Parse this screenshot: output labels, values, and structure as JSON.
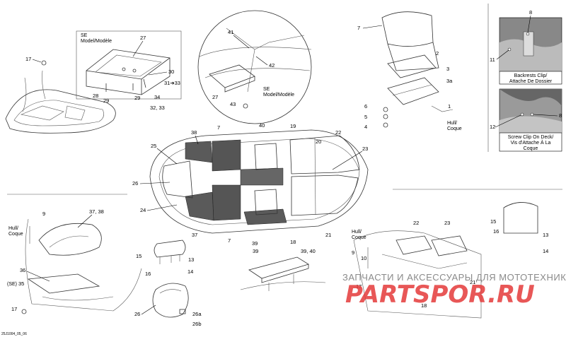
{
  "labels": {
    "n17a": "17",
    "n27a": "27",
    "n28": "28",
    "n29a": "29",
    "n29b": "29",
    "n30": "30",
    "n31_33": "31➔33",
    "n34": "34",
    "n32_33": "32, 33",
    "n41": "41",
    "n42": "42",
    "n27b": "27",
    "n43": "43",
    "n7a": "7",
    "n2": "2",
    "n3": "3",
    "n3a": "3a",
    "n1": "1",
    "n6": "6",
    "n5": "5",
    "n4": "4",
    "n8a": "8",
    "n11": "11",
    "n8b": "8",
    "n12": "12",
    "n38": "38",
    "n7b": "7",
    "n40": "40",
    "n19": "19",
    "n22a": "22",
    "n25": "25",
    "n20": "20",
    "n23a": "23",
    "n26a": "26",
    "n24": "24",
    "n37": "37",
    "n7c": "7",
    "n39a": "39",
    "n18a": "18",
    "n21a": "21",
    "n9a": "9",
    "n37_38": "37, 38",
    "n36": "36",
    "n35": "35",
    "n17b": "17",
    "n15a": "15",
    "n16a": "16",
    "n13a": "13",
    "n14a": "14",
    "n26b": "26",
    "n26a_part": "26a",
    "n26b_part": "26b",
    "n39b": "39",
    "n39_40": "39, 40",
    "n22b": "22",
    "n23b": "23",
    "n9b": "9",
    "n10": "10",
    "n17c": "17",
    "n21b": "21",
    "n18b": "18",
    "n15b": "15",
    "n16b": "16",
    "n13b": "13",
    "n14b": "14"
  },
  "text": {
    "se_model_a1": "SE",
    "se_model_a2": "Model/Modèle",
    "se_model_b1": "SE",
    "se_model_b2": "Model/Modèle",
    "hull_coque_a1": "Hull/",
    "hull_coque_a2": "Coque",
    "hull_coque_b1": "Hull/",
    "hull_coque_b2": "Coque",
    "hull_coque_c1": "Hull/",
    "hull_coque_c2": "Coque",
    "se_35": "(SE)",
    "backrest_1": "Backrests Clip/",
    "backrest_2": "Attache De Dossier",
    "screw_1": "Screw Clip On Deck/",
    "screw_2": "Vis d'Attache À La",
    "screw_3": "Coque",
    "drawing_code": "25J1004_05_06",
    "watermark_text": "ЗАПЧАСТИ И АКСЕССУАРЫ ДЛЯ МОТОТЕХНИКИ",
    "watermark_logo": "PARTSPOR.RU"
  }
}
